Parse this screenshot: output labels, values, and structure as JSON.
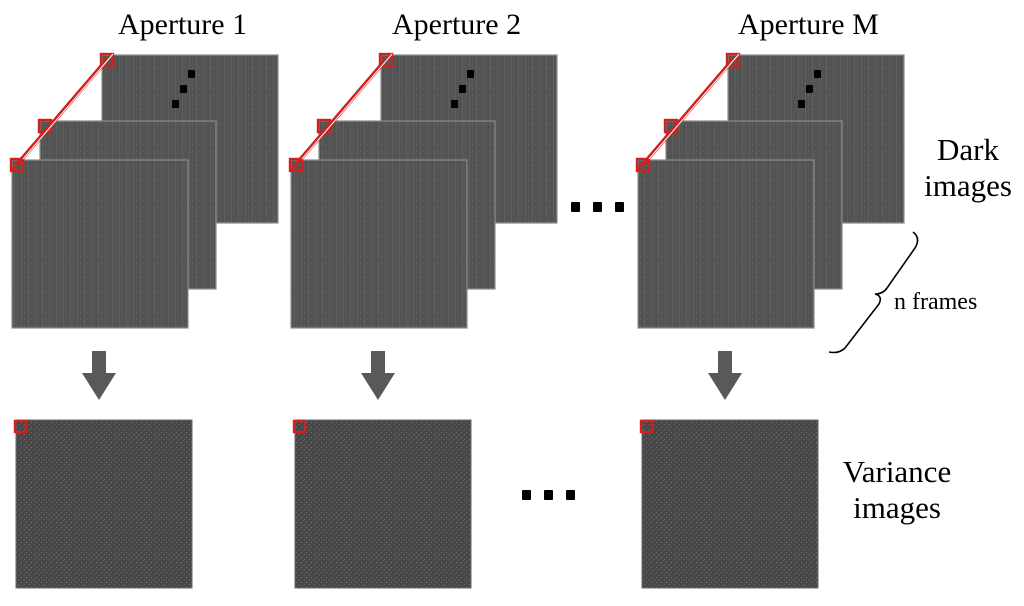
{
  "titles": [
    "Aperture 1",
    "Aperture 2",
    "Aperture M"
  ],
  "labels": {
    "dark_line1": "Dark",
    "dark_line2": "images",
    "frames": "n frames",
    "variance_line1": "Variance",
    "variance_line2": "images"
  },
  "colors": {
    "frame_fill": "#545454",
    "variance_fill": "#484848",
    "frame_border": "#8c8c8c",
    "highlight": "#d41f1f",
    "arrow": "#595959",
    "text": "#000000"
  }
}
